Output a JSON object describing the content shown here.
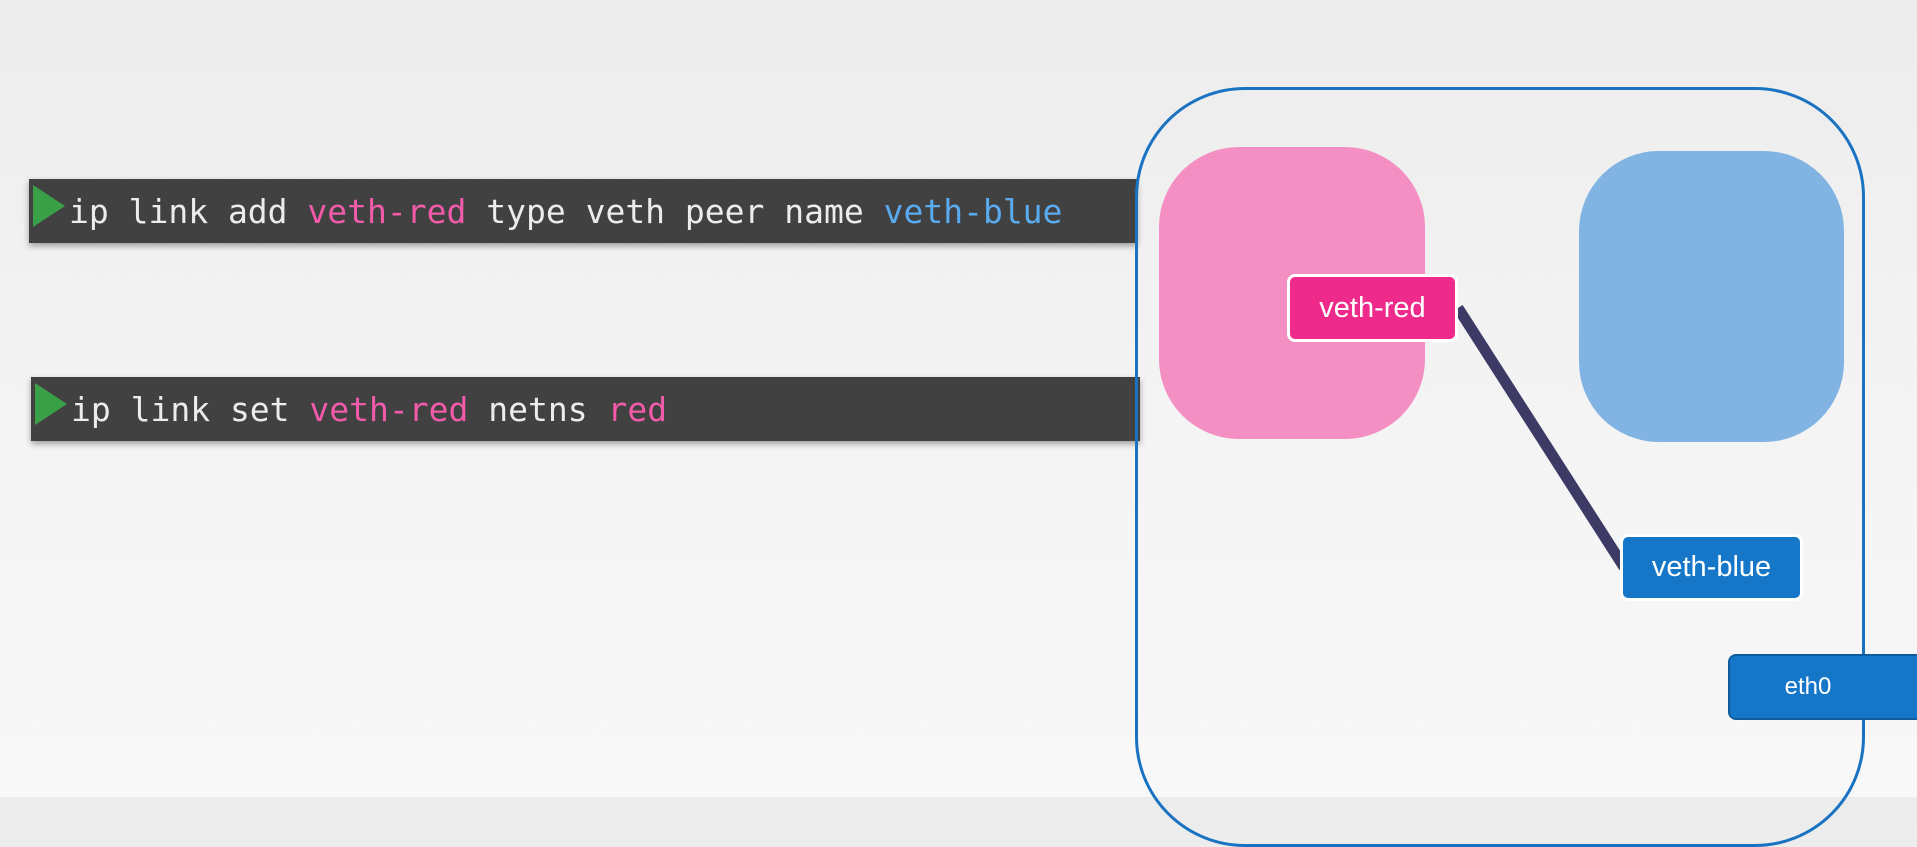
{
  "colors": {
    "prompt": "#3aa047",
    "terminal_bg": "#414141",
    "red_ns": "#f48fc3",
    "red_iface": "#ee2b8b",
    "red_text": "#f25ba9",
    "blue_ns": "#82b4e3",
    "blue_iface": "#1677c9",
    "blue_text": "#5aaaf0",
    "host_border": "#1a73c2",
    "link": "#3d3a66"
  },
  "commands": [
    {
      "segments": [
        {
          "text": "ip link add ",
          "color": "#ececec"
        },
        {
          "text": "veth-red",
          "color": "#f25ba9"
        },
        {
          "text": " type veth peer name ",
          "color": "#ececec"
        },
        {
          "text": "veth-blue",
          "color": "#5aaaf0"
        }
      ]
    },
    {
      "segments": [
        {
          "text": "ip link set ",
          "color": "#ececec"
        },
        {
          "text": "veth-red",
          "color": "#f25ba9"
        },
        {
          "text": " netns ",
          "color": "#ececec"
        },
        {
          "text": "red",
          "color": "#f25ba9"
        }
      ]
    }
  ],
  "diagram": {
    "red_interface": "veth-red",
    "blue_interface": "veth-blue",
    "host_interface": "eth0"
  }
}
